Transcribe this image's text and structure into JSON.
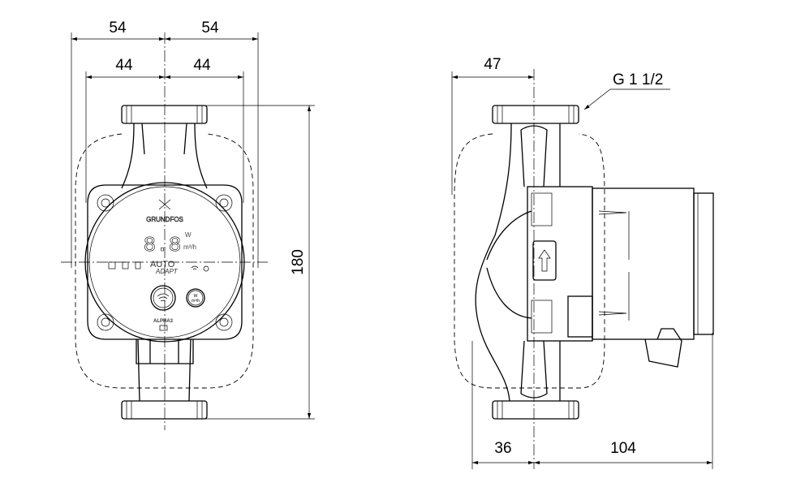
{
  "dimensions": {
    "front_outer_left": "54",
    "front_outer_right": "54",
    "front_inner_left": "44",
    "front_inner_right": "44",
    "height": "180",
    "side_top": "47",
    "side_bottom_left": "36",
    "side_bottom_right": "104"
  },
  "thread_label": "G 1 1/2",
  "panel": {
    "brand": "GRUNDFOS",
    "display": "8.8",
    "unit_w": "W",
    "unit_flow": "m³/h",
    "mode_auto": "AUTO",
    "mode_adapt": "ADAPT",
    "model": "ALPHA3",
    "button_label_w": "W",
    "button_label_flow": "m³/h"
  },
  "colors": {
    "line": "#000000",
    "background": "#ffffff"
  }
}
